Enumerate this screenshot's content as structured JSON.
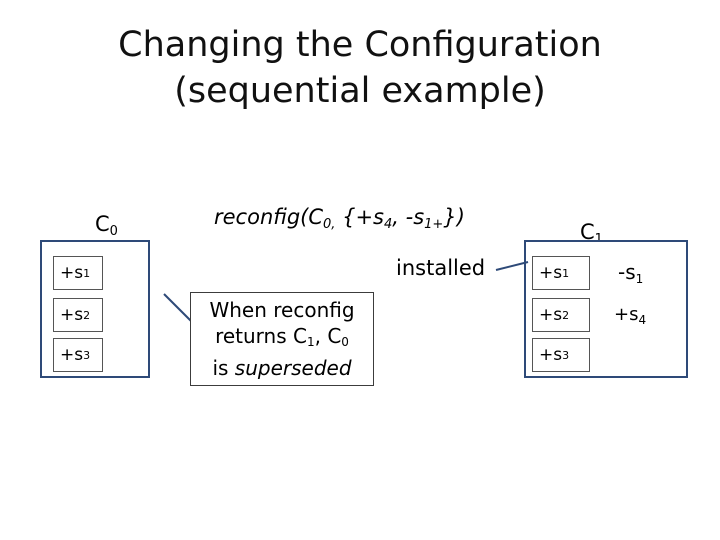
{
  "title": {
    "line1": "Changing the Configuration",
    "line2": "(sequential example)"
  },
  "c0": {
    "base": "C",
    "sub": "0"
  },
  "c1": {
    "base": "C",
    "sub": "1"
  },
  "reconfig": {
    "t1": "reconfig(C",
    "s1": "0,",
    "t2": " {+s",
    "s2": "4",
    "t3": ", -s",
    "s3": "1+",
    "t4": "})"
  },
  "installed": "installed",
  "left_rows": [
    {
      "prefix": "+s",
      "sub": "1"
    },
    {
      "prefix": "+s",
      "sub": "2"
    },
    {
      "prefix": "+s",
      "sub": "3"
    }
  ],
  "right_rows": [
    {
      "prefix": "+s",
      "sub": "1"
    },
    {
      "prefix": "+s",
      "sub": "2"
    },
    {
      "prefix": "+s",
      "sub": "3"
    }
  ],
  "right_side": [
    {
      "prefix": "-s",
      "sub": "1"
    },
    {
      "prefix": "+s",
      "sub": "4"
    }
  ],
  "callout": {
    "line1": "When reconfig",
    "line2a": "returns C",
    "line2sub1": "1",
    "line2b": ", C",
    "line2sub2": "0",
    "line3a": "is ",
    "line3em": "superseded"
  },
  "colors": {
    "box_border": "#2e4a78",
    "connector": "#2e4a78"
  }
}
